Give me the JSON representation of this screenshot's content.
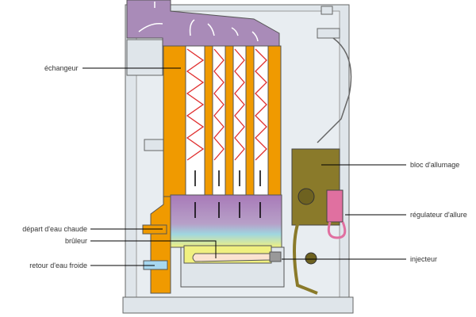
{
  "labels": {
    "exchanger": "échangeur",
    "ignition_block": "bloc d'allumage",
    "rate_regulator": "régulateur d'allure",
    "hot_water_out": "départ d'eau chaude",
    "burner": "brûleur",
    "cold_water_return": "retour d'eau froide",
    "injector": "injecteur"
  },
  "colors": {
    "casing": "#dfe5ea",
    "exchanger": "#f09a00",
    "flue_hood": "#a98bb8",
    "tubes": "#e03030",
    "ignition_block": "#8a7a2a",
    "regulator": "#e070a0",
    "cold_pipe": "#a8d8f0"
  }
}
